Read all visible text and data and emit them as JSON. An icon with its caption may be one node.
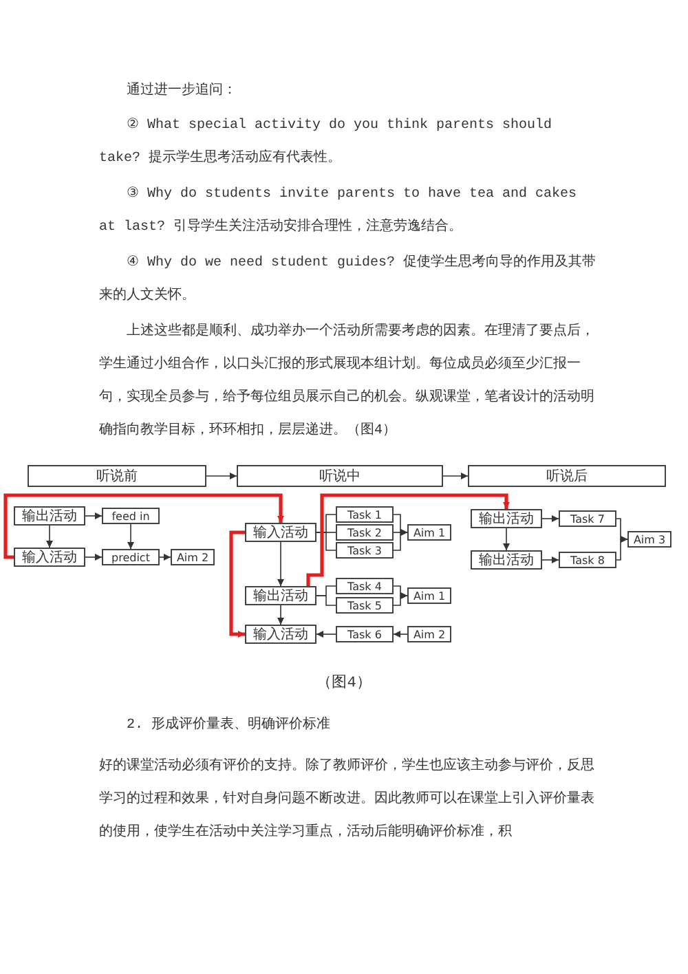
{
  "diagram": {
    "caption": "（图4）",
    "nodes": [
      {
        "text": [
          "听说前"
        ]
      },
      {
        "text": [
          "听说中"
        ]
      },
      {
        "text": [
          "听说后"
        ]
      },
      {
        "text": [
          "输出活动"
        ]
      },
      {
        "text": [
          "feed in"
        ]
      },
      {
        "text": [
          "输入活动"
        ]
      },
      {
        "text": [
          "predict"
        ]
      },
      {
        "text": [
          "Aim 2"
        ]
      },
      {
        "text": [
          "输入活动"
        ]
      },
      {
        "text": [
          "Task 1"
        ]
      },
      {
        "text": [
          "Task 2"
        ]
      },
      {
        "text": [
          "Task 3"
        ]
      },
      {
        "text": [
          "Aim 1"
        ]
      },
      {
        "text": [
          "输出活动"
        ]
      },
      {
        "text": [
          "Task 4"
        ]
      },
      {
        "text": [
          "Task 5"
        ]
      },
      {
        "text": [
          "Aim 1"
        ]
      },
      {
        "text": [
          "输入活动"
        ]
      },
      {
        "text": [
          "Task 6"
        ]
      },
      {
        "text": [
          "Aim 2"
        ]
      },
      {
        "text": [
          "输出活动"
        ]
      },
      {
        "text": [
          "Task 7"
        ]
      },
      {
        "text": [
          "输出活动"
        ]
      },
      {
        "text": [
          "Task 8"
        ]
      },
      {
        "text": [
          "Aim 3"
        ]
      }
    ],
    "edges": [
      {
        "from": 0,
        "to": 1,
        "arrow": "to"
      },
      {
        "from": 1,
        "to": 2,
        "arrow": "to"
      },
      {
        "from": 3,
        "to": 4,
        "arrow": "to"
      },
      {
        "from": 3,
        "to": 5,
        "arrow": "to"
      },
      {
        "from": 4,
        "to": 6,
        "arrow": "to"
      },
      {
        "from": 5,
        "to": 6,
        "arrow": "to"
      },
      {
        "from": 6,
        "to": 7,
        "arrow": "to"
      },
      {
        "from": 5,
        "to": 8,
        "arrow": "to",
        "style": "thick",
        "color": "#e02020"
      },
      {
        "from": 8,
        "to": 9,
        "arrow": "none"
      },
      {
        "from": 8,
        "to": 10,
        "arrow": "none"
      },
      {
        "from": 8,
        "to": 11,
        "arrow": "none"
      },
      {
        "from": 9,
        "to": 12,
        "arrow": "to"
      },
      {
        "from": 10,
        "to": 12,
        "arrow": "to"
      },
      {
        "from": 11,
        "to": 12,
        "arrow": "to"
      },
      {
        "from": 8,
        "to": 13,
        "arrow": "to"
      },
      {
        "from": 13,
        "to": 14,
        "arrow": "none"
      },
      {
        "from": 13,
        "to": 15,
        "arrow": "none"
      },
      {
        "from": 14,
        "to": 16,
        "arrow": "to"
      },
      {
        "from": 15,
        "to": 16,
        "arrow": "to"
      },
      {
        "from": 13,
        "to": 17,
        "arrow": "to"
      },
      {
        "from": 8,
        "to": 17,
        "arrow": "to",
        "style": "thick",
        "color": "#e02020"
      },
      {
        "from": 18,
        "to": 17,
        "arrow": "to"
      },
      {
        "from": 19,
        "to": 18,
        "arrow": "to"
      },
      {
        "from": 13,
        "to": 20,
        "arrow": "to",
        "style": "thick",
        "color": "#e02020"
      },
      {
        "from": 20,
        "to": 21,
        "arrow": "to"
      },
      {
        "from": 20,
        "to": 22,
        "arrow": "to"
      },
      {
        "from": 22,
        "to": 23,
        "arrow": "to"
      },
      {
        "from": 21,
        "to": 24,
        "arrow": "to"
      },
      {
        "from": 23,
        "to": 24,
        "arrow": "to"
      }
    ],
    "labels": [
      "通过进一步追问：",
      "② What special activity do you think parents should take? 提示学生思考活动应有代表性。",
      "③ Why do students invite parents to have tea and cakes at last? 引导学生关注活动安排合理性，注意劳逸结合。",
      "④ Why do we need student guides? 促使学生思考向导的作用及其带来的人文关怀。",
      "上述这些都是顺利、成功举办一个活动所需要考虑的因素。在理清了要点后，学生通过小组合作，以口头汇报的形式展现本组计划。每位成员必须至少汇报一句，实现全员参与，给予每位组员展示自己的机会。纵观课堂，笔者设计的活动明确指向教学目标，环环相扣，层层递进。（图4）",
      "2. 形成评价量表、明确评价标准",
      "好的课堂活动必须有评价的支持。除了教师评价，学生也应该主动参与评价，反思学习的过程和效果，针对自身问题不断改进。因此教师可以在课堂上引入评价量表的使用，使学生在活动中关注学习重点，活动后能明确评价标准，积"
    ]
  }
}
